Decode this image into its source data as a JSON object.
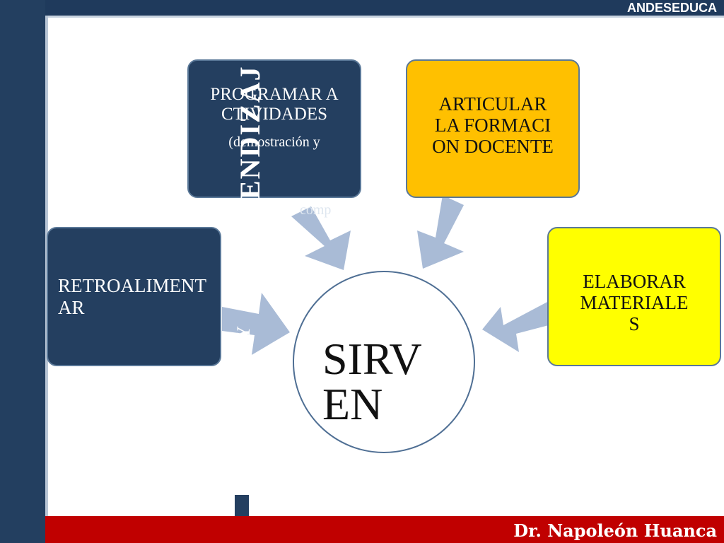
{
  "header": {
    "org": "ANDESEDUCA"
  },
  "footer": {
    "author": "Dr. Napoleón Huanca"
  },
  "diagram": {
    "center": "SIRVEN",
    "boxes": {
      "programar": {
        "label": "PROGRAMAR ACTIVIDADES",
        "sub": "(demostración y"
      },
      "articular": {
        "label": "ARTICULAR LA FORMACION DOCENTE"
      },
      "retroalimentar": {
        "label": "RETROALIMENTAR"
      },
      "elaborar": {
        "label": "ELABORAR MATERIALES"
      }
    },
    "overlay": {
      "title": "ENDIZAJ",
      "side": "S Y",
      "comp": "comp"
    }
  },
  "colors": {
    "navy": "#243f60",
    "orange": "#ffc000",
    "yellow": "#ffff00",
    "red_bar": "#c00000",
    "arrow": "#a9bbd6"
  }
}
